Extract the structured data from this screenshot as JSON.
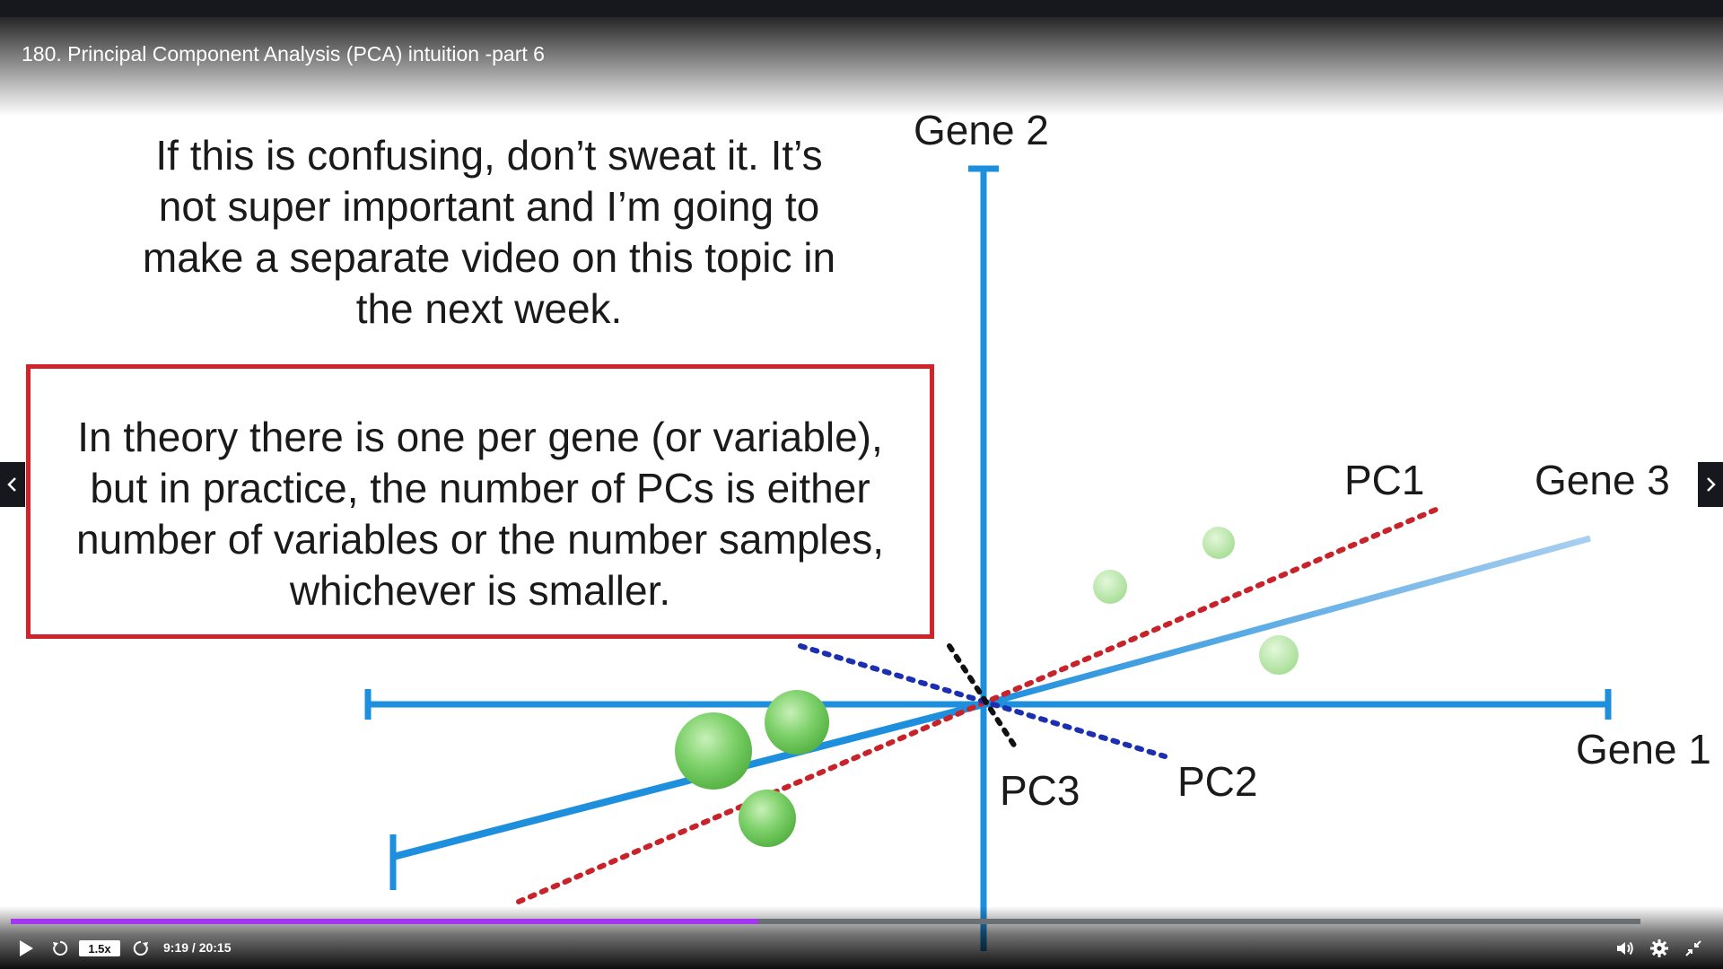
{
  "video": {
    "title": "180. Principal Component Analysis (PCA) intuition -part 6"
  },
  "slide": {
    "note_lines": [
      "If this is confusing, don’t sweat it. It’s",
      "not super important and I’m going to",
      "make a separate video on this topic in",
      "the next week."
    ],
    "callout_lines": [
      "In theory there is one per gene (or variable),",
      "but in practice, the number of PCs is either",
      "number of variables or the number samples,",
      "whichever is smaller."
    ],
    "labels": {
      "gene1": "Gene 1",
      "gene2": "Gene 2",
      "gene3": "Gene 3",
      "pc1": "PC1",
      "pc2": "PC2",
      "pc3": "PC3"
    },
    "colors": {
      "axis": "#1e8fdc",
      "pc1": "#c8232b",
      "pc2": "#1b2fb0",
      "pc3": "#111111",
      "points": "#7ed16b",
      "callout_border": "#d0232a"
    }
  },
  "player": {
    "progress": 0.4586,
    "speed_label": "1.5x",
    "time": "9:19 / 20:15",
    "icons": {
      "play": "play-icon",
      "rewind": "rewind-icon",
      "forward": "forward-icon",
      "volume": "volume-icon",
      "settings": "gear-icon",
      "fullscreen": "exit-fullscreen-icon",
      "prev": "chevron-left-icon",
      "next": "chevron-right-icon"
    }
  }
}
